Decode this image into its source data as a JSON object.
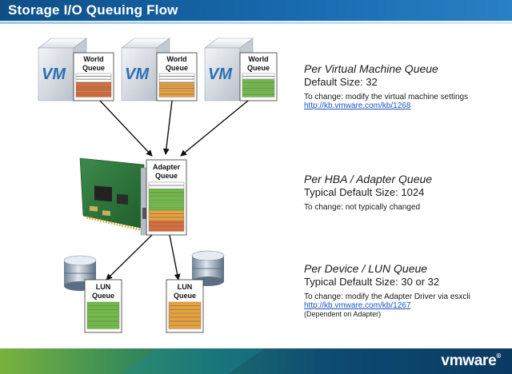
{
  "title": "Storage I/O Queuing Flow",
  "logo_text": "vmware",
  "logo_reg": "®",
  "vm_label": "VM",
  "world_queue_label": [
    "World",
    "Queue"
  ],
  "adapter_queue_label": [
    "Adapter",
    "Queue"
  ],
  "lun_queue_label": [
    "LUN",
    "Queue"
  ],
  "colors": {
    "header_blue": "#1769ae",
    "queue_red": "#e0642a",
    "queue_orange": "#f0a030",
    "queue_green": "#6cbf3c",
    "link_blue": "#1a55c0"
  },
  "world_queues": [
    {
      "fill_color": "queue_red"
    },
    {
      "fill_color": "queue_orange"
    },
    {
      "fill_color": "queue_green"
    }
  ],
  "lun_queues": [
    {
      "fill_color": "queue_green"
    },
    {
      "fill_color": "queue_orange"
    }
  ],
  "info": {
    "vm": {
      "heading": "Per Virtual Machine Queue",
      "size": "Default Size:  32",
      "change": "To change: modify the virtual machine settings",
      "link": "http://kb.vmware.com/kb/1268"
    },
    "hba": {
      "heading": "Per HBA / Adapter Queue",
      "size": "Typical Default Size:  1024",
      "change": "To change: not typically changed"
    },
    "lun": {
      "heading": "Per Device / LUN Queue",
      "size": "Typical Default Size:  30 or 32",
      "change": "To change: modify the Adapter Driver via esxcli",
      "link": "http://kb.vmware.com/kb/1267",
      "note": "(Dependent on Adapter)"
    }
  }
}
